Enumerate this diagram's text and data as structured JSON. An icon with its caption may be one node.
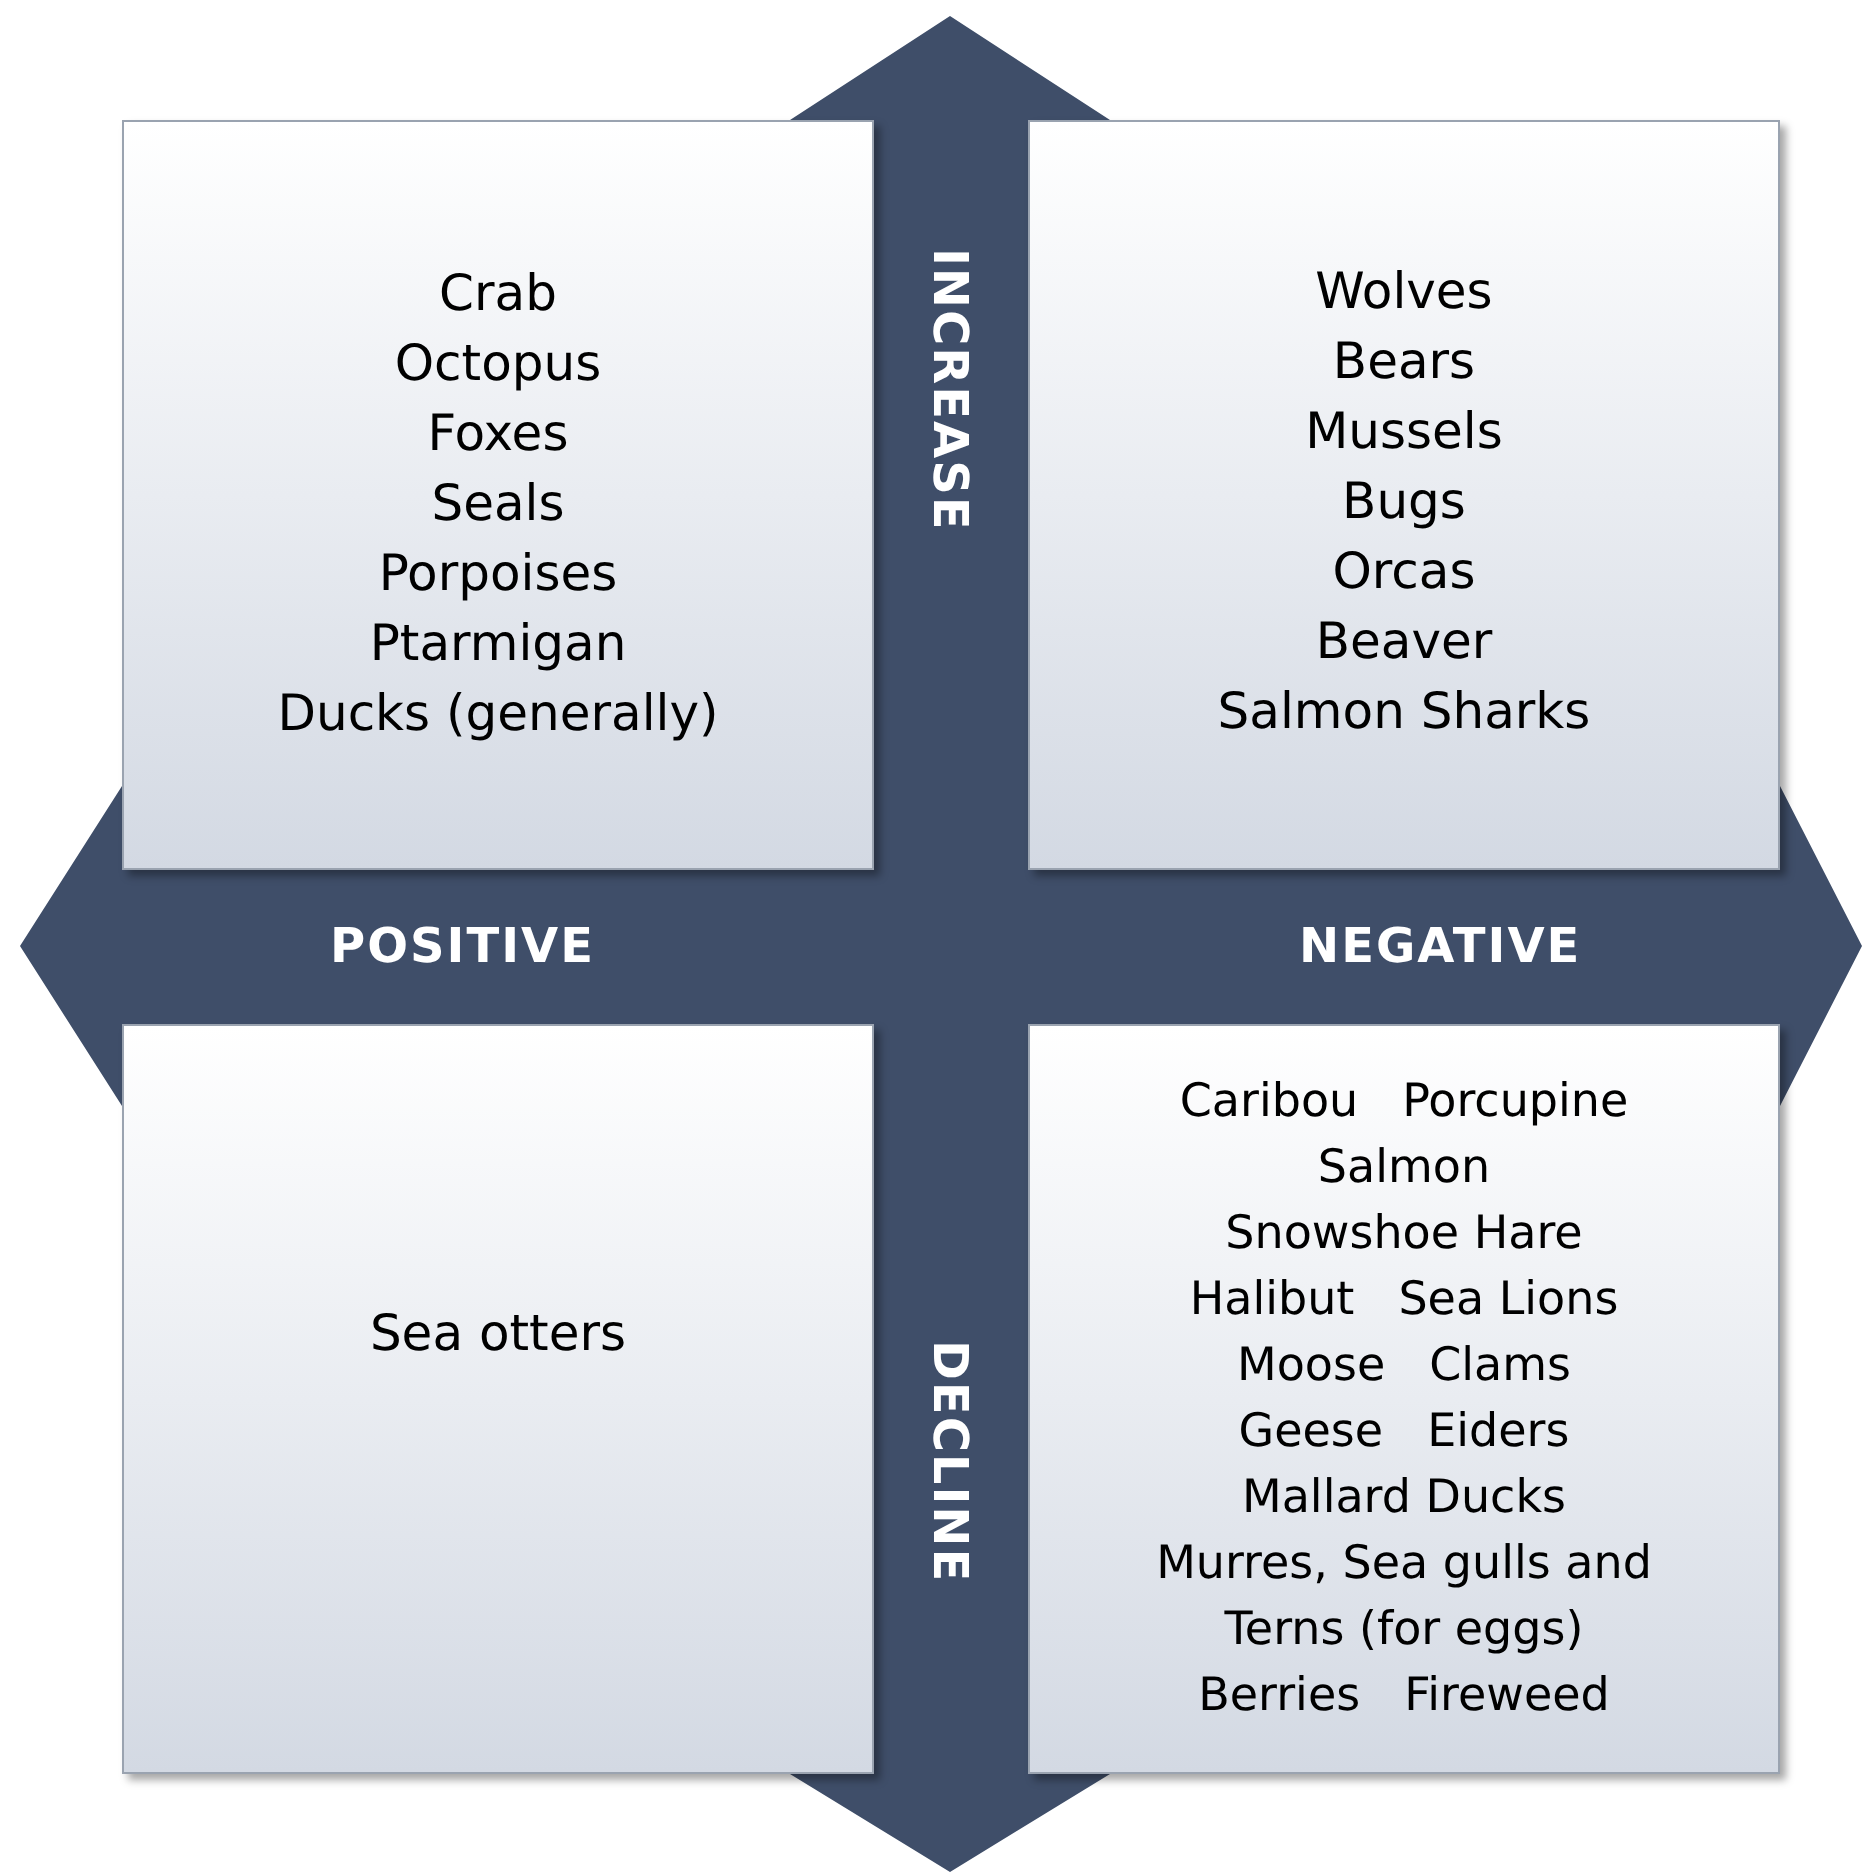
{
  "diagram": {
    "nodes": [
      {
        "text": [
          "Crab",
          "Octopus",
          "Foxes",
          "Seals",
          "Porpoises",
          "Ptarmigan",
          "Ducks (generally)"
        ]
      },
      {
        "text": [
          "Wolves",
          "Bears",
          "Mussels",
          "Bugs",
          "Orcas",
          "Beaver",
          "Salmon Sharks"
        ]
      },
      {
        "text": [
          "Sea otters"
        ]
      },
      {
        "text": [
          "Caribou",
          "Porcupine",
          "Salmon",
          "Snowshoe Hare",
          "Halibut",
          "Sea Lions",
          "Moose",
          "Clams",
          "Geese",
          "Eiders",
          "Mallard Ducks",
          "Murres, Sea gulls and Terns (for eggs)",
          "Berries",
          "Fireweed"
        ]
      }
    ],
    "labels": [
      "INCREASE",
      "POSITIVE",
      "NEGATIVE",
      "DECLINE"
    ]
  }
}
